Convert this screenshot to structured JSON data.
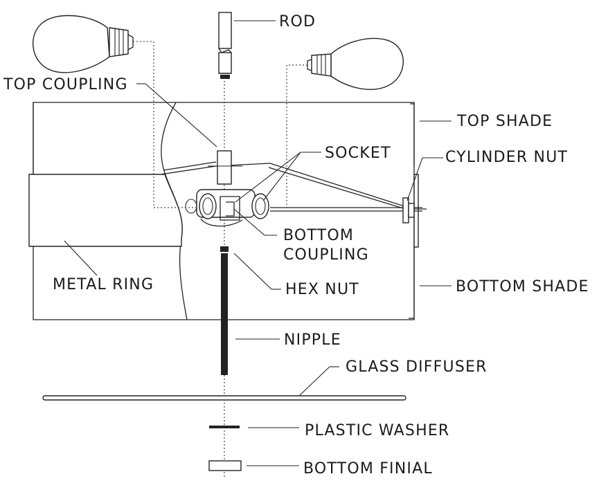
{
  "labels": {
    "rod": "ROD",
    "top_coupling": "TOP COUPLING",
    "top_shade": "TOP SHADE",
    "socket": "SOCKET",
    "cylinder_nut": "CYLINDER NUT",
    "bottom_coupling_1": "BOTTOM",
    "bottom_coupling_2": "COUPLING",
    "metal_ring": "METAL RING",
    "hex_nut": "HEX NUT",
    "bottom_shade": "BOTTOM SHADE",
    "nipple": "NIPPLE",
    "glass_diffuser": "GLASS DIFFUSER",
    "plastic_washer": "PLASTIC WASHER",
    "bottom_finial": "BOTTOM FINIAL"
  }
}
